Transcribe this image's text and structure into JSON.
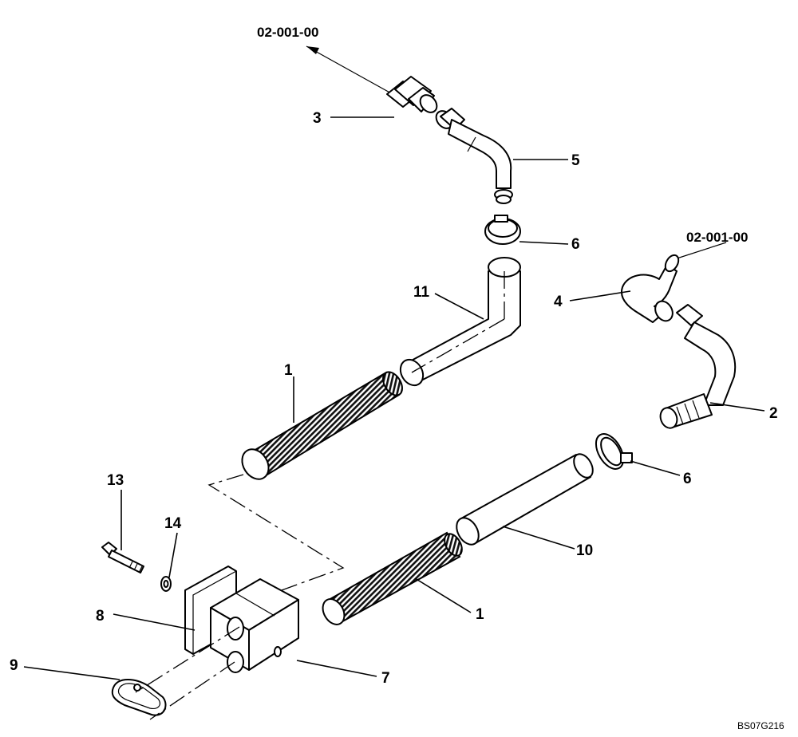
{
  "callouts": {
    "item_1_upper": "1",
    "item_1_lower": "1",
    "item_2": "2",
    "item_3": "3",
    "item_4": "4",
    "item_5": "5",
    "item_6_upper": "6",
    "item_6_lower": "6",
    "item_7": "7",
    "item_8": "8",
    "item_9": "9",
    "item_10": "10",
    "item_11": "11",
    "item_13": "13",
    "item_14": "14"
  },
  "references": {
    "top_left": "02-001-00",
    "right": "02-001-00"
  },
  "drawing_code": "BS07G216"
}
